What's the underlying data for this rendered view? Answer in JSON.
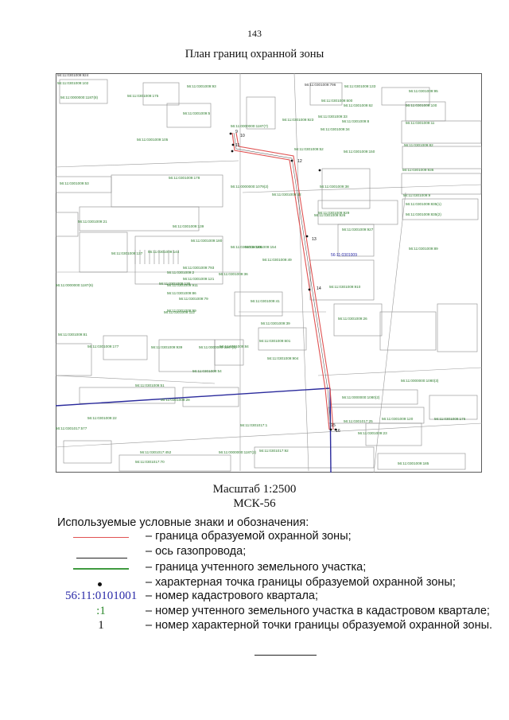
{
  "page": {
    "number": "143",
    "title": "План границ охранной зоны"
  },
  "map": {
    "parcels": [
      {
        "text": "56:11:0301009:924",
        "color": "gray"
      },
      {
        "text": "56:11:0301009:102",
        "color": "green"
      },
      {
        "text": "56:11:0000000:1187(8)",
        "color": "green"
      },
      {
        "text": "56:11:0301009:175",
        "color": "green"
      },
      {
        "text": "56:11:0301009:93",
        "color": "green"
      },
      {
        "text": "56:11:0301009:5",
        "color": "green"
      },
      {
        "text": "56:11:0000000:1187(7)",
        "color": "green"
      },
      {
        "text": "56:11:0301009:923",
        "color": "green"
      },
      {
        "text": "56:11:0301009:105",
        "color": "green"
      },
      {
        "text": "56:11:0301009:796",
        "color": "gray"
      },
      {
        "text": "56:11:0301009:133",
        "color": "green"
      },
      {
        "text": "56:11:0301009:95",
        "color": "green"
      },
      {
        "text": "56:11:0301009:600",
        "color": "green"
      },
      {
        "text": "56:11:0301009:62",
        "color": "green"
      },
      {
        "text": "56:11:0301009:100",
        "color": "green"
      },
      {
        "text": "56:11:0301009:33",
        "color": "green"
      },
      {
        "text": "56:11:0301009:8",
        "color": "green"
      },
      {
        "text": "56:11:0301009:11",
        "color": "green"
      },
      {
        "text": "56:11:0301009:34",
        "color": "green"
      },
      {
        "text": "56:11:0301009:52",
        "color": "green"
      },
      {
        "text": "56:11:0301009:150",
        "color": "green"
      },
      {
        "text": "56:11:0301009:82",
        "color": "green"
      },
      {
        "text": "56:11:0301009:53",
        "color": "green"
      },
      {
        "text": "56:11:0301009:178",
        "color": "green"
      },
      {
        "text": "56:11:0000000:1079(2)",
        "color": "green"
      },
      {
        "text": "56:11:0301009:42",
        "color": "green"
      },
      {
        "text": "56:11:0301009:38",
        "color": "green"
      },
      {
        "text": "56:11:0301009:936",
        "color": "green"
      },
      {
        "text": "56:11:0301009:9",
        "color": "green"
      },
      {
        "text": "56:11:0301009:21",
        "color": "green"
      },
      {
        "text": "56:11:0301009:139",
        "color": "green"
      },
      {
        "text": "56:11:0301009:929",
        "color": "green"
      },
      {
        "text": "56:11:0301009:926",
        "color": "green"
      },
      {
        "text": "56:11:0301009:835(1)",
        "color": "green"
      },
      {
        "text": "56:11:0301009:835(2)",
        "color": "green"
      },
      {
        "text": "56:11:0301009:927",
        "color": "green"
      },
      {
        "text": "56:11:0301009:180",
        "color": "green"
      },
      {
        "text": "56:11:0301009:146",
        "color": "green"
      },
      {
        "text": "56:11:0301009:154",
        "color": "green"
      },
      {
        "text": "56:11:0301009:137",
        "color": "green"
      },
      {
        "text": "56:11:0301009:144",
        "color": "green"
      },
      {
        "text": "56:11:0301009:89",
        "color": "green"
      },
      {
        "text": "56:11:0301009:793",
        "color": "green"
      },
      {
        "text": "56:11:0301009:49",
        "color": "green"
      },
      {
        "text": "56:11:0301009:2",
        "color": "green"
      },
      {
        "text": "56:11:0301009:121",
        "color": "green"
      },
      {
        "text": "56:11:0301009:36",
        "color": "green"
      },
      {
        "text": "56:11:0301009:911",
        "color": "green"
      },
      {
        "text": "56:11:0000000:1187(6)",
        "color": "green"
      },
      {
        "text": "56:11:0301009:135",
        "color": "green"
      },
      {
        "text": "56:11:0301009:910",
        "color": "green"
      },
      {
        "text": "56:11:0301009:86",
        "color": "green"
      },
      {
        "text": "56:11:0301009:79",
        "color": "green"
      },
      {
        "text": "56:11:0301009:41",
        "color": "green"
      },
      {
        "text": "56:11:0301009:99",
        "color": "green"
      },
      {
        "text": "56:11:0301009:112",
        "color": "green"
      },
      {
        "text": "56:11:0301009:26",
        "color": "green"
      },
      {
        "text": "56:11:0301009:39",
        "color": "green"
      },
      {
        "text": "56:11:0301009:81",
        "color": "green"
      },
      {
        "text": "56:11:0301009:177",
        "color": "green"
      },
      {
        "text": "56:11:0000000:1187(3)",
        "color": "green"
      },
      {
        "text": "56:11:0301009:84",
        "color": "green"
      },
      {
        "text": "56:11:0301009:939",
        "color": "green"
      },
      {
        "text": "56:11:0301009:601",
        "color": "green"
      },
      {
        "text": "56:11:0301009:904",
        "color": "green"
      },
      {
        "text": "56:11:0000000:1080(3)",
        "color": "green"
      },
      {
        "text": "56:11:0301009:54",
        "color": "green"
      },
      {
        "text": "56:11:0301009:51",
        "color": "green"
      },
      {
        "text": "56:11:0301009:28",
        "color": "green"
      },
      {
        "text": "56:11:0000000:1080(2)",
        "color": "green"
      },
      {
        "text": "56:11:0301009:22",
        "color": "green"
      },
      {
        "text": "56:11:0301017:25",
        "color": "green"
      },
      {
        "text": "56:11:0301009:120",
        "color": "green"
      },
      {
        "text": "56:11:0301009:176",
        "color": "green"
      },
      {
        "text": "56:11:0301017:1",
        "color": "green"
      },
      {
        "text": "56:11:0301009:23",
        "color": "green"
      },
      {
        "text": "56:11:0301017:577",
        "color": "green"
      },
      {
        "text": "56:11:0301017:452",
        "color": "green"
      },
      {
        "text": "56:11:0000000:1187(2)",
        "color": "green"
      },
      {
        "text": "56:11:0301017:92",
        "color": "green"
      },
      {
        "text": "56:11:0301017:70",
        "color": "green"
      },
      {
        "text": "56:11:0301009:185",
        "color": "green"
      }
    ],
    "quarter": "56:11:0301009",
    "points": [
      "9",
      "10",
      "11",
      "12",
      "13",
      "14",
      "15",
      "16"
    ]
  },
  "scale": "Масштаб 1:2500",
  "crs": "МСК-56",
  "legend": {
    "header": "Используемые условные знаки и обозначения:",
    "items": [
      {
        "symbol": "",
        "text": "– граница образуемой охранной зоны;"
      },
      {
        "symbol": "",
        "text": "– ось газопровода;"
      },
      {
        "symbol": "",
        "text": "– граница учтенного земельного участка;"
      },
      {
        "symbol": "",
        "text": "– характерная точка границы образуемой охранной зоны;"
      },
      {
        "symbol": "56:11:0101001",
        "text": "– номер кадастрового квартала;"
      },
      {
        "symbol": ":1",
        "text": "– номер учтенного земельного участка  в кадастровом квартале;"
      },
      {
        "symbol": "1",
        "text": "– номер характерной точки границы образуемой охранной зоны."
      }
    ]
  },
  "colors": {
    "zone_border": "#e05353",
    "gas_axis": "#222222",
    "parcel_border": "#3f9a3f",
    "quarter_number": "#2a2aa8",
    "parcel_number": "#2e8a2e"
  }
}
